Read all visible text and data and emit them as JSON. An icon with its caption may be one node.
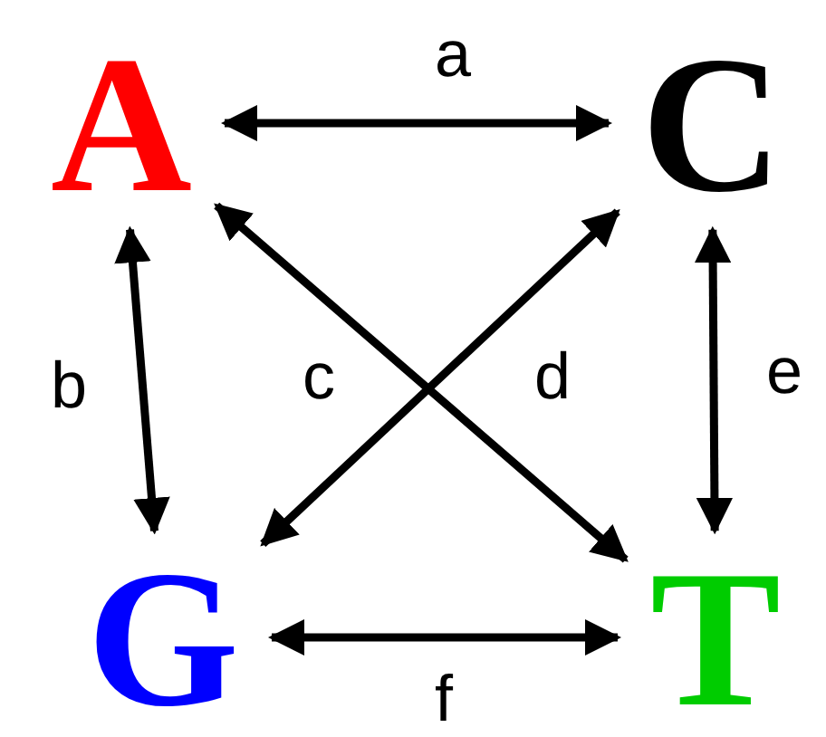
{
  "diagram": {
    "nodes": [
      {
        "text": [
          "A"
        ]
      },
      {
        "text": [
          "C"
        ]
      },
      {
        "text": [
          "G"
        ]
      },
      {
        "text": [
          "T"
        ]
      }
    ],
    "edges": [
      {
        "from": 0,
        "to": 1,
        "arrow": "both",
        "label": "a"
      },
      {
        "from": 0,
        "to": 2,
        "arrow": "both",
        "label": "b"
      },
      {
        "from": 0,
        "to": 3,
        "arrow": "both",
        "label": "c"
      },
      {
        "from": 1,
        "to": 2,
        "arrow": "both",
        "label": "d"
      },
      {
        "from": 1,
        "to": 3,
        "arrow": "both",
        "label": "e"
      },
      {
        "from": 2,
        "to": 3,
        "arrow": "both",
        "label": "f"
      }
    ]
  }
}
